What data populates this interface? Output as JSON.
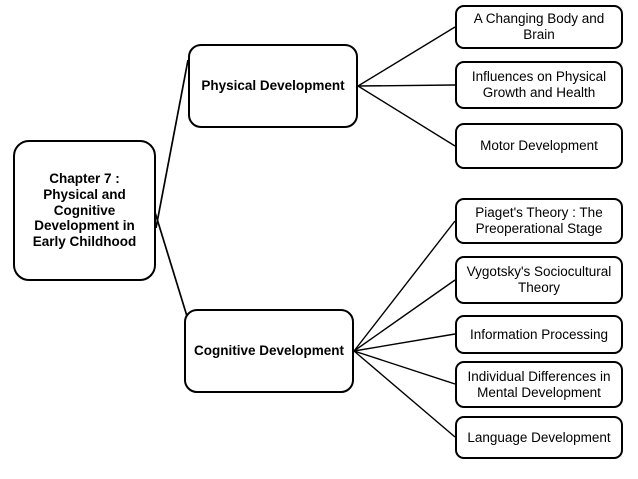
{
  "diagram": {
    "title": "Chapter 7 Concept Map",
    "type": "hierarchy-tree",
    "background_color": "#ffffff",
    "line_color": "#000000",
    "border_color": "#000000",
    "text_color": "#000000",
    "root": {
      "label": "Chapter 7 : Physical and Cognitive Development in Early Childhood"
    },
    "branches": [
      {
        "id": "physical",
        "label": "Physical Development"
      },
      {
        "id": "cognitive",
        "label": "Cognitive Development"
      }
    ],
    "leaves": [
      {
        "id": "changing-body-brain",
        "parent": "physical",
        "label": "A Changing Body and Brain"
      },
      {
        "id": "influences-growth-health",
        "parent": "physical",
        "label": "Influences on Physical Growth and Health"
      },
      {
        "id": "motor-development",
        "parent": "physical",
        "label": "Motor Development"
      },
      {
        "id": "piaget-theory",
        "parent": "cognitive",
        "label": "Piaget's Theory : The Preoperational Stage"
      },
      {
        "id": "vygotsky-theory",
        "parent": "cognitive",
        "label": "Vygotsky's Sociocultural Theory"
      },
      {
        "id": "information-processing",
        "parent": "cognitive",
        "label": "Information Processing"
      },
      {
        "id": "individual-differences",
        "parent": "cognitive",
        "label": "Individual Differences in Mental Development"
      },
      {
        "id": "language-development",
        "parent": "cognitive",
        "label": "Language Development"
      }
    ]
  }
}
